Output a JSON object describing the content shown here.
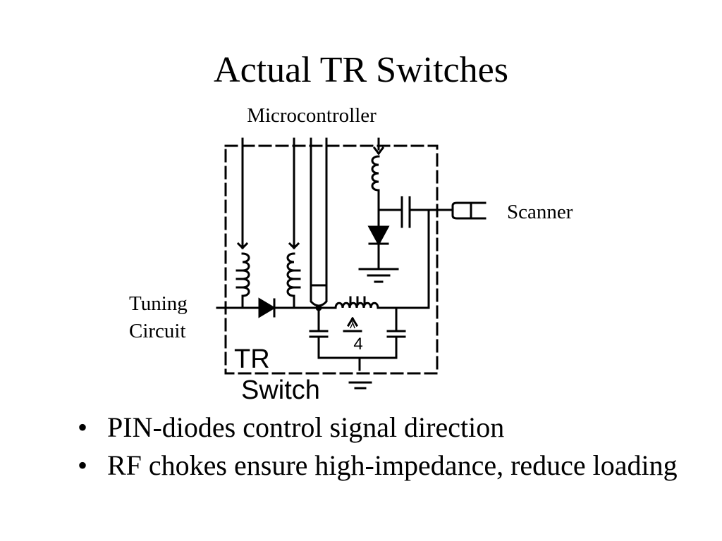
{
  "slide": {
    "title": "Actual TR Switches"
  },
  "diagram": {
    "labels": {
      "microcontroller": "Microcontroller",
      "scanner": "Scanner",
      "tuning_line1": "Tuning",
      "tuning_line2": "Circuit",
      "tr": "TR",
      "switch": "Switch",
      "lambda_top": "λ",
      "lambda_bottom": "4"
    }
  },
  "bullets": [
    {
      "marker": "•",
      "text": "PIN-diodes control signal direction"
    },
    {
      "marker": "•",
      "text": "RF chokes ensure high-impedance, reduce loading"
    }
  ]
}
